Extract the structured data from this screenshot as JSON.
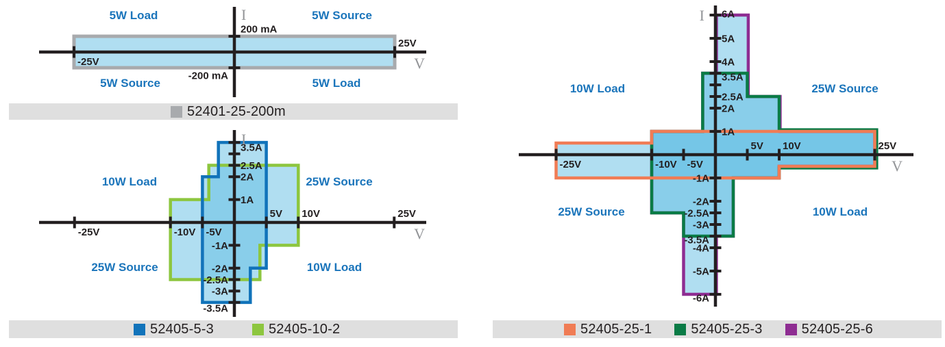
{
  "colors": {
    "axis": "#231F20",
    "tick_text": "#231F20",
    "quadrant_text": "#1B75BB",
    "axis_letter_text": "#939598",
    "envelope_fill": "rgba(97,189,227,0.5)",
    "legend_bar_bg": "#DFDFDF",
    "legend_text": "#231F20",
    "series_gray": "#A8AAAD",
    "series_blue": "#1173BA",
    "series_light_green": "#8DC63F",
    "series_dark_green": "#0A7B46",
    "series_orange": "#F07C55",
    "series_purple": "#8E2D92"
  },
  "chart_data": [
    {
      "id": "A",
      "type": "area",
      "x_axis_letter": "V",
      "y_axis_letter": "I",
      "y_unit": "mA",
      "xlim": [
        -30,
        30
      ],
      "ylim": [
        -290,
        290
      ],
      "quadrant_labels": [
        {
          "text": "5W Load",
          "x": 195,
          "y": 22
        },
        {
          "text": "5W Source",
          "x": 499,
          "y": 22
        },
        {
          "text": "5W Source",
          "x": 190,
          "y": 121
        },
        {
          "text": "5W Load",
          "x": 491,
          "y": 121
        }
      ],
      "x_ticks": [
        {
          "v": -25,
          "label": "-25V"
        },
        {
          "v": 25,
          "label": "25V"
        }
      ],
      "y_ticks": [
        {
          "a": 200,
          "label": "200 mA",
          "dy": -11
        },
        {
          "a": -200,
          "label": "-200 mA",
          "dy": 11
        }
      ],
      "series": [
        {
          "name": "52401-25-200m",
          "color": "#A8AAAD",
          "stroke_width": 5,
          "polygons": [
            [
              [
                -25,
                200
              ],
              [
                25,
                200
              ],
              [
                25,
                -200
              ],
              [
                -25,
                -200
              ]
            ]
          ]
        }
      ],
      "legend": [
        {
          "label": "52401-25-200m",
          "swatch": "#A8AAAD"
        }
      ]
    },
    {
      "id": "B",
      "type": "area",
      "x_axis_letter": "V",
      "y_axis_letter": "I",
      "y_unit": "A",
      "xlim": [
        -30,
        30
      ],
      "ylim": [
        -4.1,
        4.1
      ],
      "quadrant_labels": [
        {
          "text": "10W Load",
          "x": 189,
          "y": 265
        },
        {
          "text": "25W Source",
          "x": 495,
          "y": 265
        },
        {
          "text": "25W Source",
          "x": 182,
          "y": 390
        },
        {
          "text": "10W Load",
          "x": 488,
          "y": 390
        }
      ],
      "x_ticks": [
        {
          "v": -25,
          "label": "-25V"
        },
        {
          "v": -10,
          "label": "-10V"
        },
        {
          "v": -5,
          "label": "-5V"
        },
        {
          "v": 5,
          "label": "5V"
        },
        {
          "v": 10,
          "label": "10V"
        },
        {
          "v": 25,
          "label": "25V"
        }
      ],
      "y_ticks": [
        {
          "a": 3.5,
          "label": "3.5A",
          "dy": 7
        },
        {
          "a": 3,
          "label": "",
          "dy": 0
        },
        {
          "a": 2.5,
          "label": "2.5A",
          "dy": 0
        },
        {
          "a": 2,
          "label": "2A",
          "dy": 0
        },
        {
          "a": 1,
          "label": "1A",
          "dy": 0
        },
        {
          "a": -1,
          "label": "-1A",
          "dy": 0
        },
        {
          "a": -2,
          "label": "-2A",
          "dy": 0
        },
        {
          "a": -2.5,
          "label": "-2.5A",
          "dy": 0
        },
        {
          "a": -3,
          "label": "-3A",
          "dy": 0
        },
        {
          "a": -3.5,
          "label": "-3.5A",
          "dy": 8
        }
      ],
      "series": [
        {
          "name": "52405-10-2",
          "color": "#8DC63F",
          "stroke_width": 4.5,
          "polygons": [
            [
              [
                -4,
                2.5
              ],
              [
                10,
                2.5
              ],
              [
                10,
                -1
              ],
              [
                4,
                -1
              ],
              [
                4,
                -2.5
              ],
              [
                -10,
                -2.5
              ],
              [
                -10,
                1
              ],
              [
                -4,
                1
              ]
            ]
          ]
        },
        {
          "name": "52405-5-3",
          "color": "#1173BA",
          "stroke_width": 4.5,
          "polygons": [
            [
              [
                -2.5,
                3.5
              ],
              [
                5,
                3.5
              ],
              [
                5,
                -2
              ],
              [
                2.5,
                -2
              ],
              [
                2.5,
                -3.5
              ],
              [
                -5,
                -3.5
              ],
              [
                -5,
                2
              ],
              [
                -2.5,
                2
              ]
            ]
          ]
        }
      ],
      "legend": [
        {
          "label": "52405-5-3",
          "swatch": "#1173BA"
        },
        {
          "label": "52405-10-2",
          "swatch": "#8DC63F"
        }
      ]
    },
    {
      "id": "C",
      "type": "area",
      "x_axis_letter": "V",
      "y_axis_letter": "I",
      "y_unit": "A",
      "xlim": [
        -31,
        31
      ],
      "ylim": [
        -6.5,
        6.5
      ],
      "quadrant_labels": [
        {
          "text": "10W Load",
          "x": 872,
          "y": 129
        },
        {
          "text": "25W Source",
          "x": 1233,
          "y": 129
        },
        {
          "text": "25W Source",
          "x": 863,
          "y": 309
        },
        {
          "text": "10W Load",
          "x": 1226,
          "y": 309
        }
      ],
      "x_ticks": [
        {
          "v": -25,
          "label": "-25V"
        },
        {
          "v": -10,
          "label": "-10V"
        },
        {
          "v": -5,
          "label": "-5V"
        },
        {
          "v": 5,
          "label": "5V"
        },
        {
          "v": 10,
          "label": "10V"
        },
        {
          "v": 25,
          "label": "25V"
        }
      ],
      "y_ticks": [
        {
          "a": 6,
          "label": "6A",
          "dy": -2
        },
        {
          "a": 5,
          "label": "5A",
          "dy": 0
        },
        {
          "a": 4,
          "label": "4A",
          "dy": 0
        },
        {
          "a": 3.5,
          "label": "3.5A",
          "dy": 5
        },
        {
          "a": 3,
          "label": "",
          "dy": 0
        },
        {
          "a": 2.5,
          "label": "2.5A",
          "dy": 0
        },
        {
          "a": 2,
          "label": "2A",
          "dy": 0
        },
        {
          "a": 1,
          "label": "1A",
          "dy": 0
        },
        {
          "a": -1,
          "label": "-1A",
          "dy": 0
        },
        {
          "a": -2,
          "label": "-2A",
          "dy": 0
        },
        {
          "a": -2.5,
          "label": "-2.5A",
          "dy": 0
        },
        {
          "a": -3,
          "label": "-3A",
          "dy": 0
        },
        {
          "a": -3.5,
          "label": "-3.5A",
          "dy": 5
        },
        {
          "a": -4,
          "label": "-4A",
          "dy": 0
        },
        {
          "a": -5,
          "label": "-5A",
          "dy": 0
        },
        {
          "a": -6,
          "label": "-6A",
          "dy": 5
        }
      ],
      "series": [
        {
          "name": "52405-25-6",
          "color": "#8E2D92",
          "stroke_width": 4.5,
          "polygons": [
            [
              [
                0.15,
                6
              ],
              [
                5.15,
                6
              ],
              [
                5.15,
                2.5
              ],
              [
                10.15,
                2.5
              ],
              [
                10.15,
                1
              ],
              [
                25,
                1
              ],
              [
                25,
                -0.5
              ],
              [
                10,
                -0.5
              ],
              [
                10,
                -1
              ],
              [
                2.8,
                -1
              ],
              [
                2.8,
                -3.5
              ],
              [
                0.15,
                -3.5
              ],
              [
                0.15,
                -6
              ],
              [
                -5,
                -6
              ],
              [
                -5,
                -2.5
              ],
              [
                -10,
                -2.5
              ],
              [
                -10,
                1
              ],
              [
                -2,
                1
              ],
              [
                -2,
                3.5
              ],
              [
                0.15,
                3.5
              ]
            ]
          ]
        },
        {
          "name": "52405-25-3",
          "color": "#0A7B46",
          "stroke_width": 4.5,
          "polygons": [
            [
              [
                -2,
                3.5
              ],
              [
                5,
                3.5
              ],
              [
                5,
                2.5
              ],
              [
                10,
                2.5
              ],
              [
                10,
                1.07
              ],
              [
                25.3,
                1.07
              ],
              [
                25.3,
                -0.57
              ],
              [
                10,
                -0.57
              ],
              [
                10,
                -1
              ],
              [
                2.8,
                -1
              ],
              [
                2.8,
                -3.5
              ],
              [
                -5,
                -3.5
              ],
              [
                -5,
                -2.5
              ],
              [
                -10,
                -2.5
              ],
              [
                -10,
                1
              ],
              [
                -2,
                1
              ]
            ]
          ]
        },
        {
          "name": "52405-25-1",
          "color": "#F07C55",
          "stroke_width": 4.5,
          "polygons": [
            [
              [
                -10,
                1
              ],
              [
                25,
                1
              ],
              [
                25,
                -0.5
              ],
              [
                10,
                -0.5
              ],
              [
                10,
                -1
              ],
              [
                -25,
                -1
              ],
              [
                -25,
                0.5
              ],
              [
                -10,
                0.5
              ]
            ]
          ]
        }
      ],
      "legend": [
        {
          "label": "52405-25-1",
          "swatch": "#F07C55"
        },
        {
          "label": "52405-25-3",
          "swatch": "#0A7B46"
        },
        {
          "label": "52405-25-6",
          "swatch": "#8E2D92"
        }
      ]
    }
  ]
}
